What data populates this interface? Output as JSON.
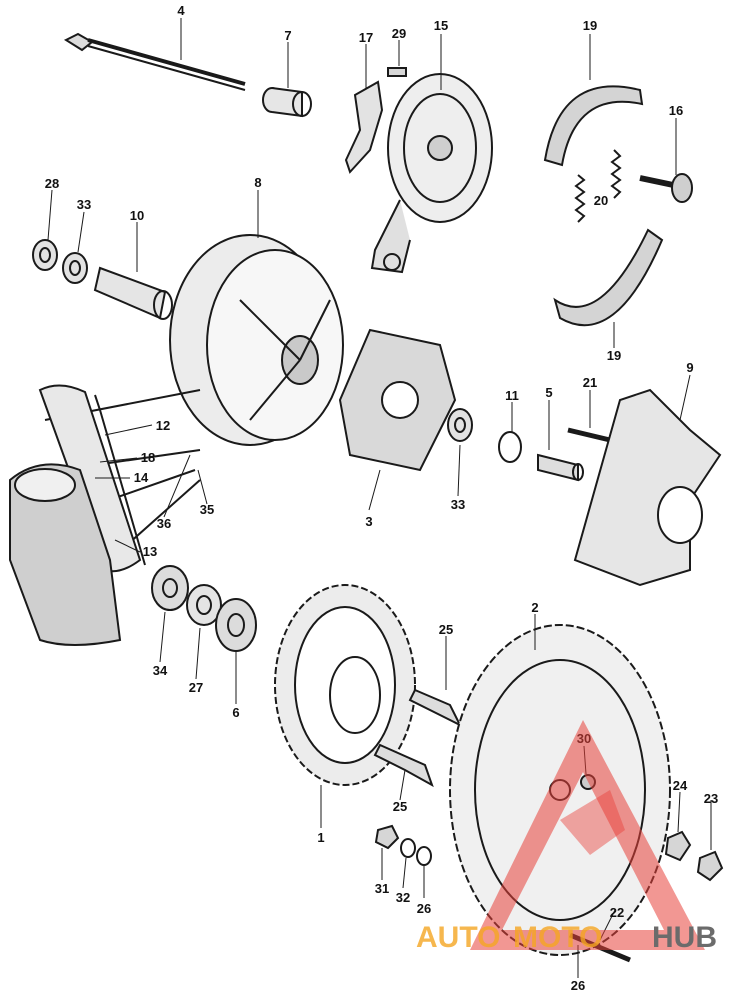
{
  "diagram": {
    "callouts": [
      {
        "id": "c4",
        "text": "4"
      },
      {
        "id": "c7",
        "text": "7"
      },
      {
        "id": "c17",
        "text": "17"
      },
      {
        "id": "c29",
        "text": "29"
      },
      {
        "id": "c15",
        "text": "15"
      },
      {
        "id": "c19a",
        "text": "19"
      },
      {
        "id": "c16",
        "text": "16"
      },
      {
        "id": "c20",
        "text": "20"
      },
      {
        "id": "c19b",
        "text": "19"
      },
      {
        "id": "c28",
        "text": "28"
      },
      {
        "id": "c33a",
        "text": "33"
      },
      {
        "id": "c10",
        "text": "10"
      },
      {
        "id": "c8",
        "text": "8"
      },
      {
        "id": "c12",
        "text": "12"
      },
      {
        "id": "c18",
        "text": "18"
      },
      {
        "id": "c14",
        "text": "14"
      },
      {
        "id": "c36",
        "text": "36"
      },
      {
        "id": "c35",
        "text": "35"
      },
      {
        "id": "c13",
        "text": "13"
      },
      {
        "id": "c3",
        "text": "3"
      },
      {
        "id": "c33b",
        "text": "33"
      },
      {
        "id": "c11",
        "text": "11"
      },
      {
        "id": "c5",
        "text": "5"
      },
      {
        "id": "c21",
        "text": "21"
      },
      {
        "id": "c9",
        "text": "9"
      },
      {
        "id": "c34",
        "text": "34"
      },
      {
        "id": "c27",
        "text": "27"
      },
      {
        "id": "c6",
        "text": "6"
      },
      {
        "id": "c25a",
        "text": "25"
      },
      {
        "id": "c2",
        "text": "2"
      },
      {
        "id": "c30",
        "text": "30"
      },
      {
        "id": "c25b",
        "text": "25"
      },
      {
        "id": "c1",
        "text": "1"
      },
      {
        "id": "c24",
        "text": "24"
      },
      {
        "id": "c23",
        "text": "23"
      },
      {
        "id": "c31",
        "text": "31"
      },
      {
        "id": "c32",
        "text": "32"
      },
      {
        "id": "c26a",
        "text": "26"
      },
      {
        "id": "c22",
        "text": "22"
      },
      {
        "id": "c26b",
        "text": "26"
      }
    ]
  },
  "watermark": {
    "word_auto": "AUTO",
    "word_moto": "MOTO",
    "word_hub": "HUB",
    "color_orange": "#f5a623",
    "color_red": "#e8413a",
    "color_gray": "#6b6b6b"
  }
}
